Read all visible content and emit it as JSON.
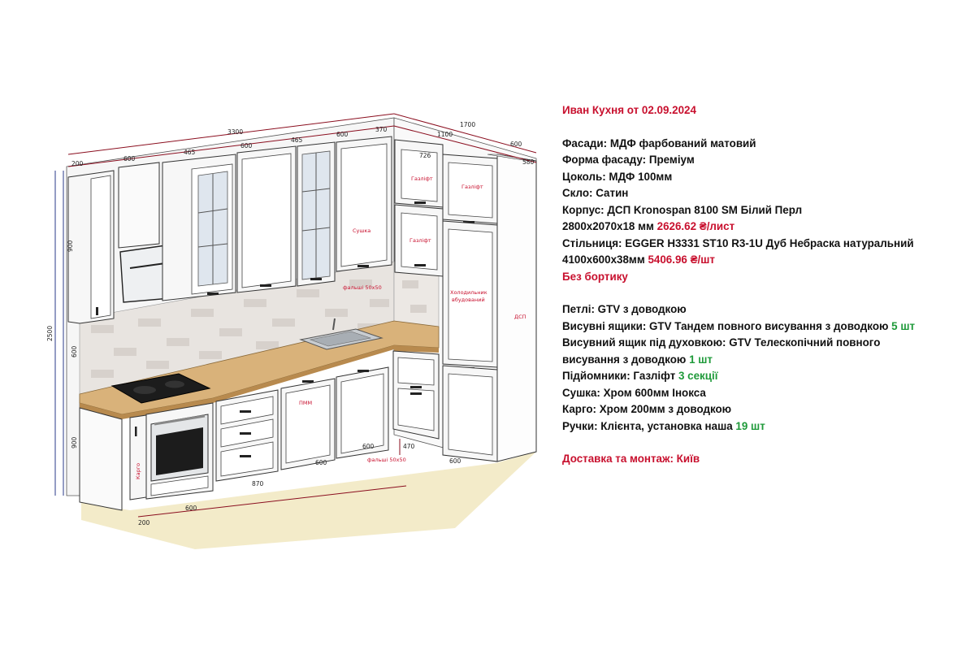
{
  "title": "Иван Кухня от 02.09.2024",
  "specs": {
    "facades": "Фасади: МДФ фарбований матовий",
    "facade_form": "Форма фасаду: Преміум",
    "plinth": "Цоколь: МДФ 100мм",
    "glass": "Скло: Сатин",
    "body": "Корпус: ДСП Kronospan 8100 SM Білий Перл",
    "body_size": "2800х2070х18 мм",
    "body_price": "2626.62 ₴/лист",
    "worktop": "Стільниця: EGGER H3331 ST10 R3-1U Дуб Небраска натуральний",
    "worktop_size": "4100х600х38мм",
    "worktop_price": "5406.96 ₴/шт",
    "no_border": "Без бортику",
    "hinges": "Петлі: GTV з доводкою",
    "drawers": "Висувні ящики: GTV Тандем повного висування з доводкою",
    "drawers_count": "5 шт",
    "oven_drawer_1": "Висувний ящик під духовкою: GTV Телескопічний повного",
    "oven_drawer_2": "висування з доводкою",
    "oven_drawer_count": "1 шт",
    "lifts": "Підйомники: Газліфт",
    "lifts_count": "3 секції",
    "dryer": "Сушка: Хром 600мм Інокса",
    "cargo": "Карго: Хром 200мм з доводкою",
    "handles": "Ручки: Клієнта, установка наша",
    "handles_count": "19 шт",
    "delivery": "Доставка та монтаж: Київ"
  },
  "drawing": {
    "dims": {
      "total_width": "3300",
      "return_width": "1700",
      "height": "2500",
      "w200": "200",
      "w600a": "600",
      "w465a": "465",
      "w600b": "600",
      "w465b": "465",
      "w600c": "600",
      "w370": "370",
      "w1100": "1100",
      "w600d": "600",
      "w726": "726",
      "d580": "580",
      "h900_top": "900",
      "h600_mid": "600",
      "h900_bot": "900",
      "b200": "200",
      "b600a": "600",
      "b870": "870",
      "b600b": "600",
      "b600c": "600",
      "b470": "470",
      "b600d": "600"
    },
    "labels": {
      "dryer": "Сушка",
      "gaslift1": "Газліфт",
      "gaslift2": "Газліфт",
      "gaslift3": "Газліфт",
      "filler_top": "фальші 50х50",
      "fridge_1": "Холодильник",
      "fridge_2": "вбудований",
      "dsp": "ДСП",
      "pmm": "ПММ",
      "cargo": "Карго",
      "filler_bottom": "фальші 50х50"
    }
  }
}
